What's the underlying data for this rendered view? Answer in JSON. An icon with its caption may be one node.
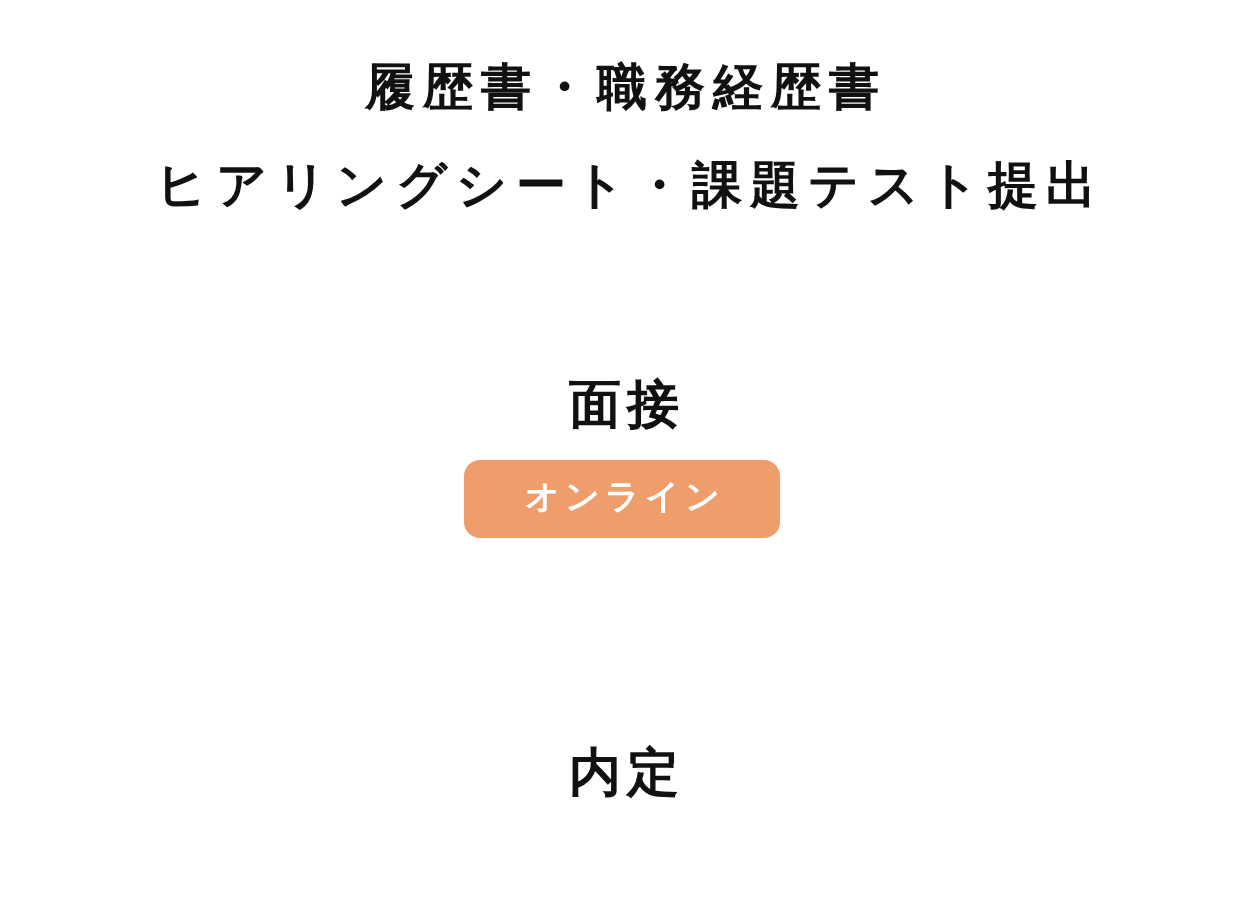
{
  "diagram": {
    "nodes": [
      {
        "text": [
          "オンライン"
        ]
      }
    ],
    "labels": [
      "履歴書・職務経歴書",
      "ヒアリングシート・課題テスト提出",
      "面接",
      "内定"
    ]
  }
}
